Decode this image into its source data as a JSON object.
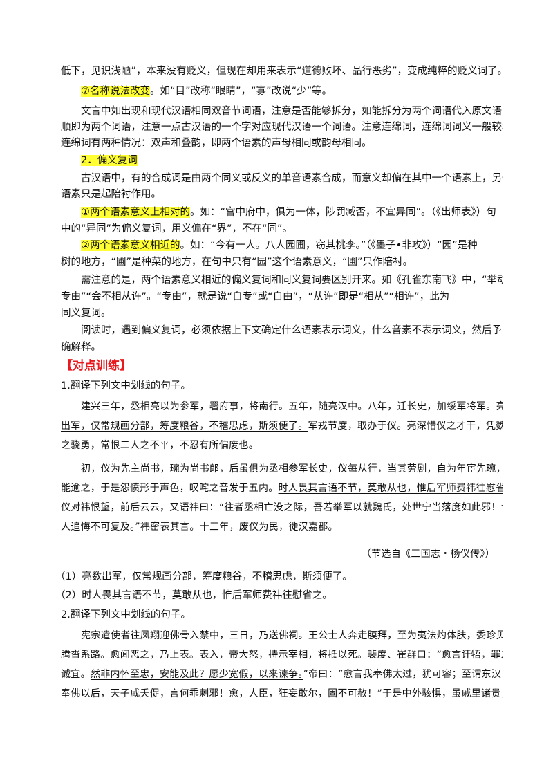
{
  "section_a": {
    "l1": "低下，见识浅陋”，本来没有贬义，但现在却用来表示“道德败坏、品行恶劣”，变成纯粹的贬义词了。",
    "l2_hl": "⑦名称说法改变",
    "l2_rest": "。如“目”改称“眼睛”，“寡”改说“少”等。",
    "l3": "文言中如出现和现代汉语相同双音节词语，注意是否能够拆分，如能拆分为两个词语代入原文语意通",
    "l4": "顺即为两个词语，注意一点古汉语的一个字对应现代汉语一个词语。注意连绵词，连绵词词义一般较稳定，",
    "l5": "连绵词有两种情况：双声和叠韵，即两个语素的声母相同或韵母相同。",
    "heading2": "2．偏义复词",
    "l6": "古汉语中，有的合成词是由两个同义或反义的单音语素合成，而意义却偏在其中一个语素上，另一个",
    "l7": "语素只是起陪衬作用。",
    "l8_hl": "①两个语素意义上相对的",
    "l8_rest": "。如：“宫中府中，俱为一体，陟罚臧否，不宜异同”。（《出师表》）句",
    "l9": "中的“异同”为偏义复词，用义偏在“界”，不在“同”。",
    "l10_hl": "②两个语素意义相近的",
    "l10_rest": "。如：“今有一人。八人园圃，窃其桃李。”（《墨子•非攻》）“园”是种",
    "l11": "树的地方，“圃”是种菜的地方，在句中只有“园”这个语素意义，“圃”只作陪衬。",
    "l12": "需注意的是，两个语素意义相近的偏义复词和同义复词要区别开来。如《孔雀东南飞》中，“举动自",
    "l13": "专由”“会不相从许”。“专由”，就是说“自专”或“自由”，“从许”即是“相从”“相许”，此为",
    "l14": "同义复词。",
    "l15": "阅读时，遇到偏义复词，必须依据上下文确定什么语素表示词义，什么音素不表示词义，然后予以正",
    "l16": "确解释。"
  },
  "practice": {
    "title": "【对点训练】",
    "q1": "1.翻译下列文中划线的句子。",
    "p1_l1a": "建兴三年，丞相亮以为参军，署府事，将南行。五年，随亮汉中。八年，迁长史，加绥军将军。",
    "p1_l1u": "亮数",
    "p1_l2u": "出军，仅常规画分部，筹度粮谷，不稽思虑，斯须便了。",
    "p1_l2b": "军戎节度，取办于仪。亮深惜仪之才干，凭魏延",
    "p1_l3": "之骁勇，常恨二人之不平，不忍有所偏废也。",
    "p2_l1": "初，仪为先主尚书，琬为尚书郎，后虽俱为丞相参军长史，仪每从行，当其劳剧，自为年宦先琬，才",
    "p2_l2a": "能逾之，于是怨愤形于声色，叹咤之音发于五内。",
    "p2_l2u": "时人畏其言语不节，莫敢从也，惟后军师费祎往慰省之。",
    "p2_l3": "仪对祎恨望，前后云云，又语祎曰：“往者丞相亡没之际，吾若举军以就魏氏，处世宁当落度如此邪！令",
    "p2_l4": "人追悔不可复及。”祎密表其言。十三年，废仪为民，徙汉嘉郡。",
    "source1": "（节选自《三国志・杨仪传》）",
    "a1": "（1）亮数出军，仅常规画分部，筹度粮谷，不稽思虑，斯须便了。",
    "a2": "（2）时人畏其言语不节，莫敢从也，惟后军师费祎往慰省之。",
    "q2": "2.翻译下列文中划线的句子。",
    "p3_l1": "宪宗遣使者往凤翔迎佛骨入禁中，三日，乃送佛祠。王公士人奔走膜拜，至为夷法灼体肤，委珍贝，",
    "p3_l2": "腾沓系路。愈闻恶之，乃上表。表入，帝大怒，持示宰相，将抵以死。裴度、崔群曰：“愈言讦牾，罪之",
    "p3_l3a": "诚宜。",
    "p3_l3u": "然非内怀至忠，安能及此？愿少宽假，以来谏争。",
    "p3_l3b": "”帝曰：“愈言我奉佛太过，犹可容；至谓东汉",
    "p3_l4": "奉佛以后，天子咸夭促，言何乖剌邪！愈，人臣，狂妄敢尔，固不可赦！”于是中外骇惧，虽戚里诸贵，"
  }
}
